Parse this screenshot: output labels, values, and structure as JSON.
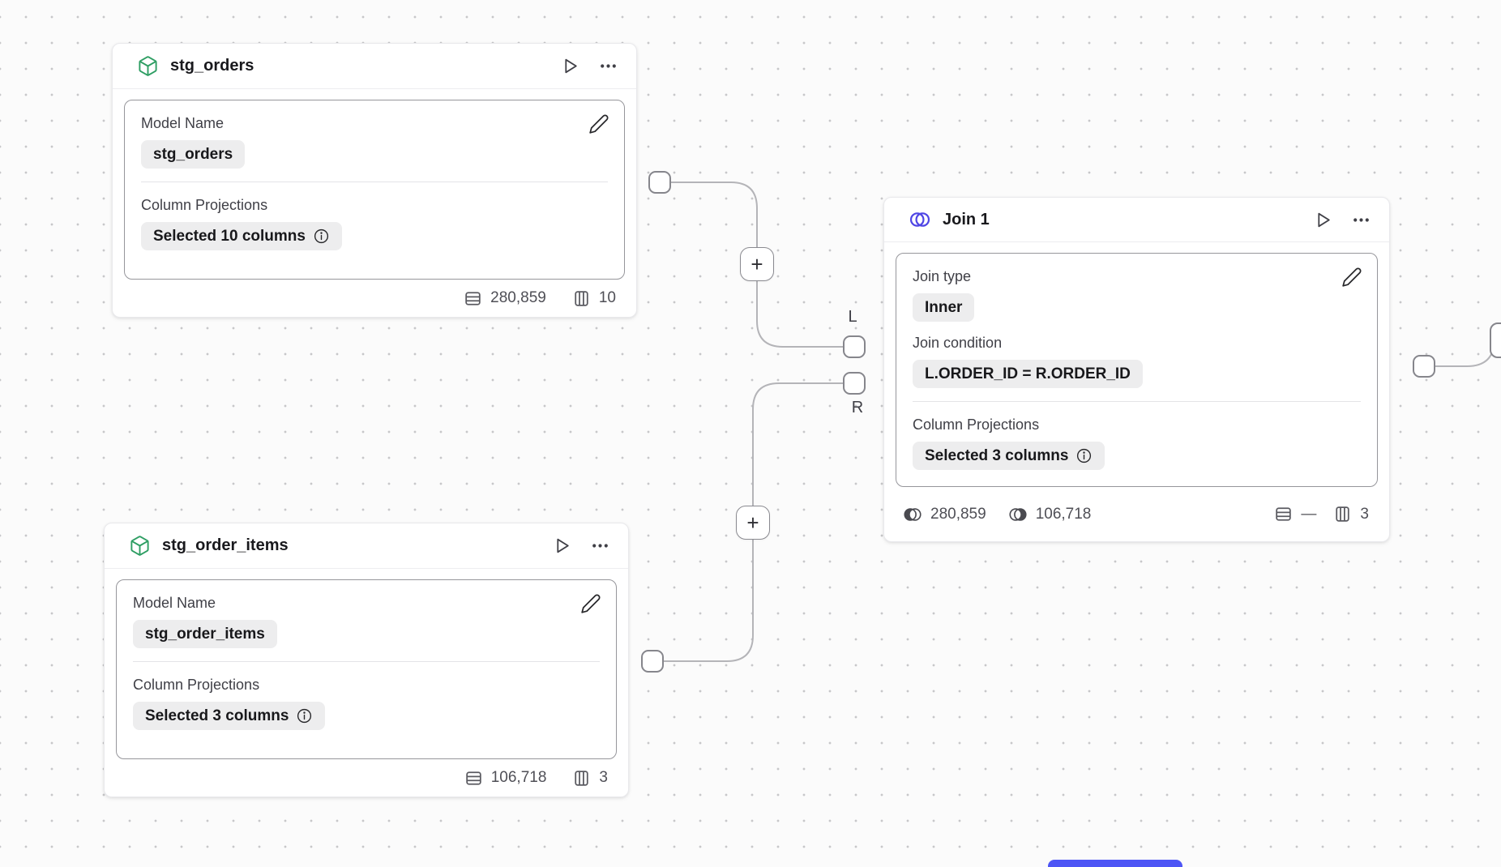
{
  "canvas": {
    "background": "#fbfbfb",
    "dot_color": "#c7c7c9",
    "accent_green": "#2e9e63",
    "accent_blue": "#4f46e5"
  },
  "nodes": {
    "stg_orders": {
      "title": "stg_orders",
      "icon": "cube-icon",
      "model_name_label": "Model Name",
      "model_name_value": "stg_orders",
      "projections_label": "Column Projections",
      "projections_value": "Selected 10 columns",
      "row_count": "280,859",
      "column_count": "10"
    },
    "stg_order_items": {
      "title": "stg_order_items",
      "icon": "cube-icon",
      "model_name_label": "Model Name",
      "model_name_value": "stg_order_items",
      "projections_label": "Column Projections",
      "projections_value": "Selected 3 columns",
      "row_count": "106,718",
      "column_count": "3"
    },
    "join": {
      "title": "Join 1",
      "icon": "join-venn-icon",
      "join_type_label": "Join type",
      "join_type_value": "Inner",
      "join_condition_label": "Join condition",
      "join_condition_value": "L.ORDER_ID = R.ORDER_ID",
      "projections_label": "Column Projections",
      "projections_value": "Selected 3 columns",
      "left_input_rows": "280,859",
      "right_input_rows": "106,718",
      "row_count": "—",
      "column_count": "3"
    }
  },
  "edges": {
    "left_port_label": "L",
    "right_port_label": "R",
    "plus_label": "+"
  }
}
